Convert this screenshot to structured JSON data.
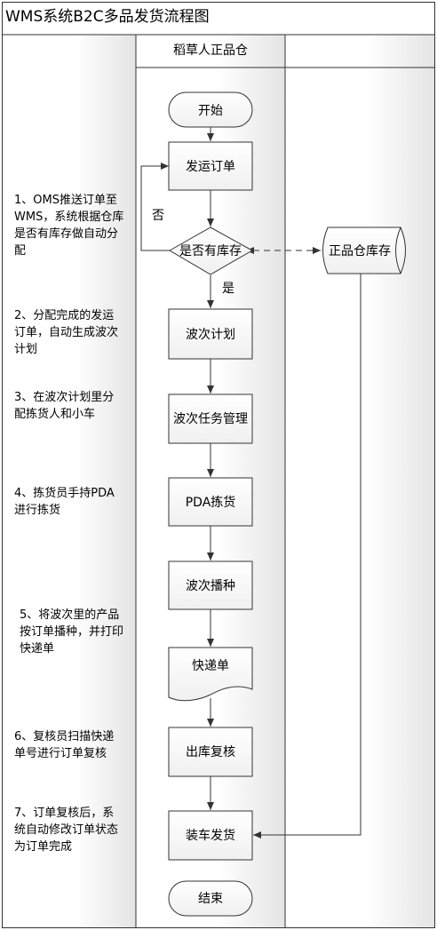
{
  "title": "WMS系统B2C多品发货流程图",
  "lanes": {
    "main": "稻草人正品仓",
    "right": ""
  },
  "notes": [
    "1、OMS推送订单至WMS，系统根据仓库是否有库存做自动分配",
    "2、分配完成的发运订单，自动生成波次计划",
    "3、在波次计划里分配拣货人和小车",
    "4、拣货员手持PDA进行拣货",
    "5、将波次里的产品按订单播种，并打印快递单",
    "6、复核员扫描快递单号进行订单复核",
    "7、订单复核后，系统自动修改订单状态为订单完成"
  ],
  "nodes": {
    "start": "开始",
    "ship_order": "发运订单",
    "decision": "是否有库存",
    "wave_plan": "波次计划",
    "wave_task": "波次任务管理",
    "pda_pick": "PDA拣货",
    "wave_sow": "波次播种",
    "express": "快递单",
    "outbound_check": "出库复核",
    "load_ship": "装车发货",
    "end": "结束",
    "inventory": "正品仓库存"
  },
  "edge_labels": {
    "no": "否",
    "yes": "是"
  },
  "colors": {
    "line": "#333333",
    "lane_shade": "#e4e4e4"
  }
}
